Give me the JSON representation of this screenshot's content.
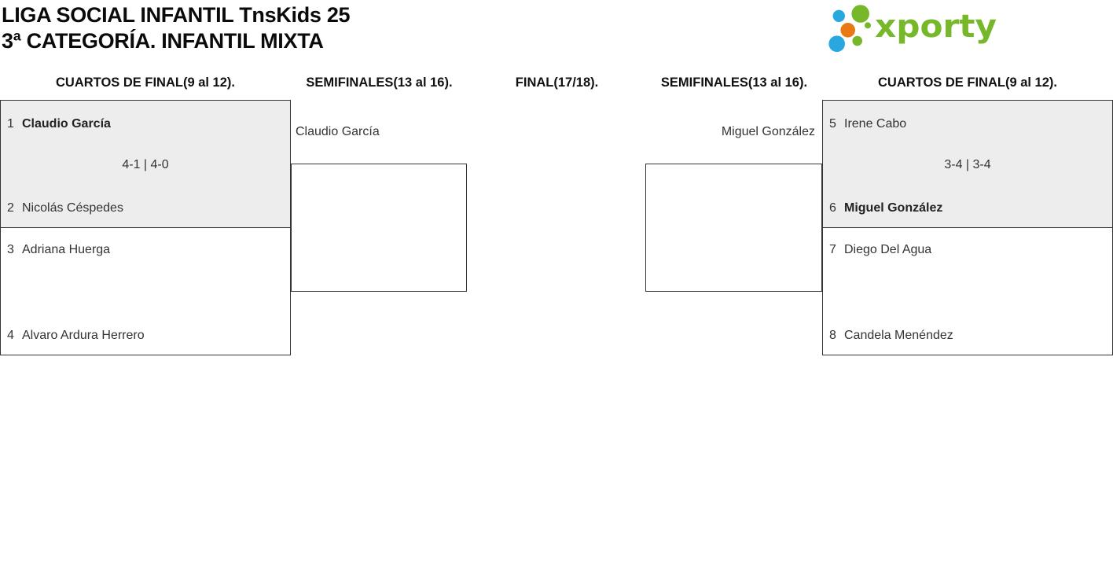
{
  "header": {
    "title_line1": "LIGA SOCIAL INFANTIL TnsKids 25",
    "title_line2": "3ª CATEGORÍA. INFANTIL MIXTA"
  },
  "logo": {
    "brand": "xporty",
    "colors": {
      "green": "#76b82a",
      "blue": "#29a8e0",
      "orange": "#e87a16"
    }
  },
  "round_headers": {
    "qf_left": "CUARTOS DE FINAL(9 al 12).",
    "sf_left": "SEMIFINALES(13 al 16).",
    "final": "FINAL(17/18).",
    "sf_right": "SEMIFINALES(13 al 16).",
    "qf_right": "CUARTOS DE FINAL(9 al 12)."
  },
  "matches": {
    "qf1": {
      "score": "4-1 | 4-0",
      "p1": {
        "seed": "1",
        "name": "Claudio García",
        "winner": true
      },
      "p2": {
        "seed": "2",
        "name": "Nicolás Céspedes",
        "winner": false
      }
    },
    "qf2": {
      "score": "",
      "p1": {
        "seed": "3",
        "name": "Adriana Huerga",
        "winner": false
      },
      "p2": {
        "seed": "4",
        "name": "Alvaro Ardura Herrero",
        "winner": false
      }
    },
    "qf3": {
      "score": "3-4 | 3-4",
      "p1": {
        "seed": "5",
        "name": "Irene Cabo",
        "winner": false
      },
      "p2": {
        "seed": "6",
        "name": "Miguel González",
        "winner": true
      }
    },
    "qf4": {
      "score": "",
      "p1": {
        "seed": "7",
        "name": "Diego Del Agua",
        "winner": false
      },
      "p2": {
        "seed": "8",
        "name": "Candela Menéndez",
        "winner": false
      }
    }
  },
  "semifinals": {
    "left_advancer": "Claudio García",
    "right_advancer": "Miguel González"
  },
  "colors": {
    "box_border": "#333333",
    "box_fill_highlight": "#ededed",
    "text": "#333333"
  }
}
